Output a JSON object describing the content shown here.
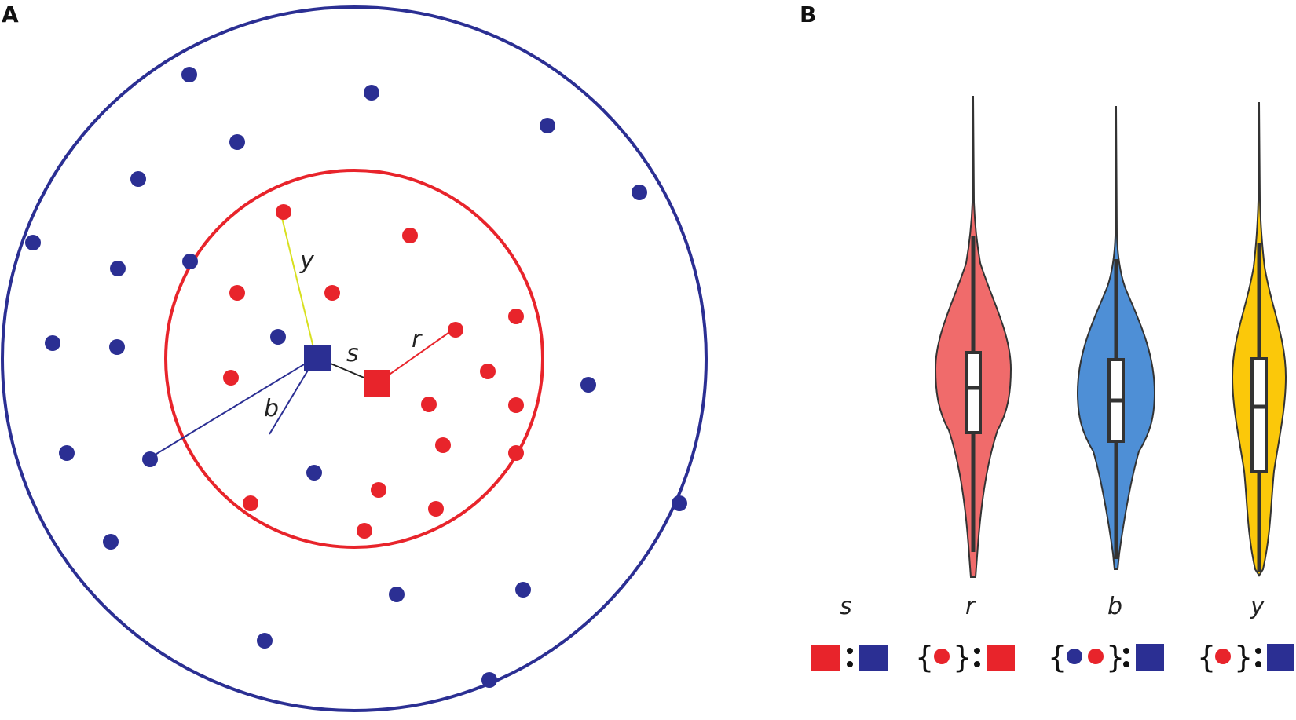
{
  "panels": {
    "a_label": "A",
    "b_label": "B"
  },
  "colors": {
    "red": "#e8242b",
    "blue": "#2b2f93",
    "yellow_line": "#d8e01f",
    "violin_red": "#f06b6b",
    "violin_blue": "#4e8fd6",
    "violin_yellow": "#fbc80a"
  },
  "diagram": {
    "labels": {
      "y": "y",
      "s": "s",
      "r": "r",
      "b": "b"
    }
  },
  "chart_data": {
    "type": "violin",
    "categories": [
      "s",
      "r",
      "b",
      "y"
    ],
    "series": [
      {
        "key": "r",
        "label": "r",
        "color": "violin_red",
        "median": 0.54,
        "q1": 0.62,
        "q3": 0.47
      },
      {
        "key": "b",
        "label": "b",
        "color": "violin_blue",
        "median": 0.5,
        "q1": 0.6,
        "q3": 0.44
      },
      {
        "key": "y",
        "label": "y",
        "color": "violin_yellow",
        "median": 0.48,
        "q1": 0.66,
        "q3": 0.44
      }
    ],
    "axis_labels": [
      "s",
      "r",
      "b",
      "y"
    ],
    "legend_icons": [
      "red-square : blue-square",
      "{red-dot} : red-square",
      "{blue-dot red-dot} : blue-square",
      "{red-dot} : blue-square"
    ]
  }
}
